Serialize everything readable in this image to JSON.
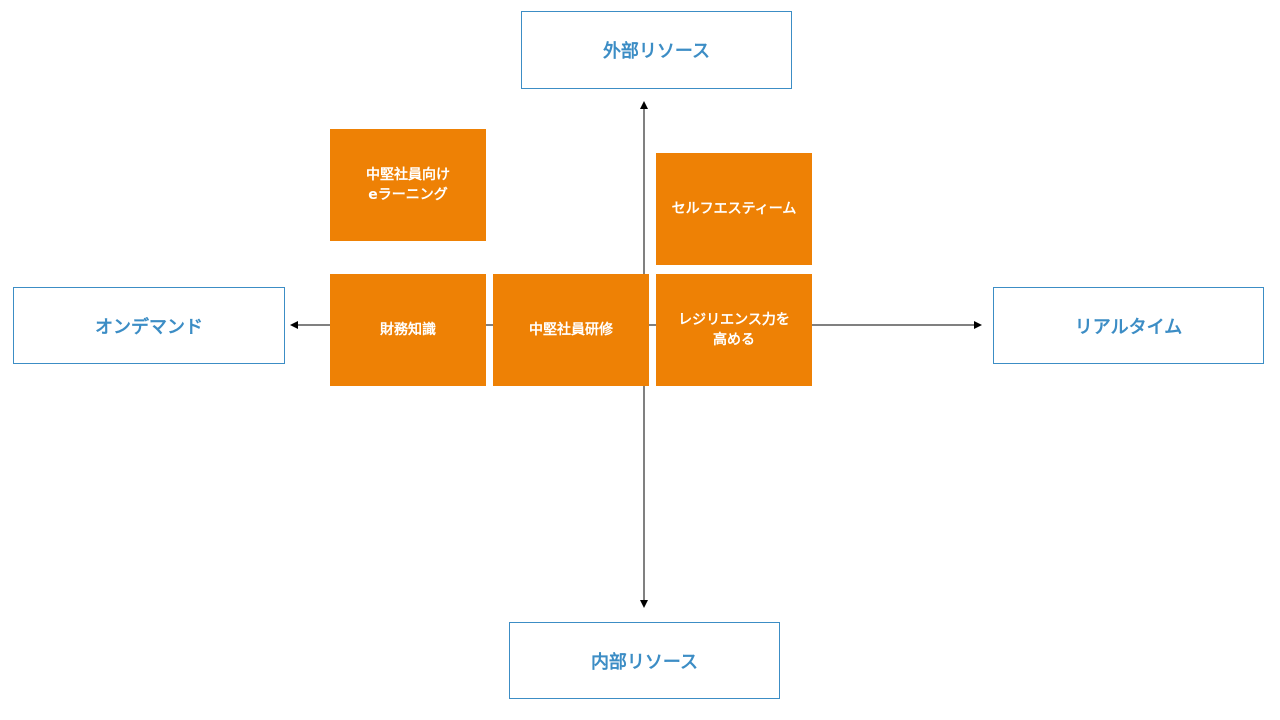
{
  "colors": {
    "label_border": "#3c8dc5",
    "label_text": "#3c8dc5",
    "box_fill": "#ee8105",
    "box_text": "#ffffff",
    "axis": "#000000"
  },
  "axis_labels": {
    "top": "外部リソース",
    "bottom": "内部リソース",
    "left": "オンデマンド",
    "right": "リアルタイム"
  },
  "items": {
    "elearning": {
      "line1": "中堅社員向け",
      "line2": "eラーニング"
    },
    "self_esteem": "セルフエスティーム",
    "finance": "財務知識",
    "mid_training": "中堅社員研修",
    "resilience": {
      "line1": "レジリエンス力を",
      "line2": "高める"
    }
  }
}
